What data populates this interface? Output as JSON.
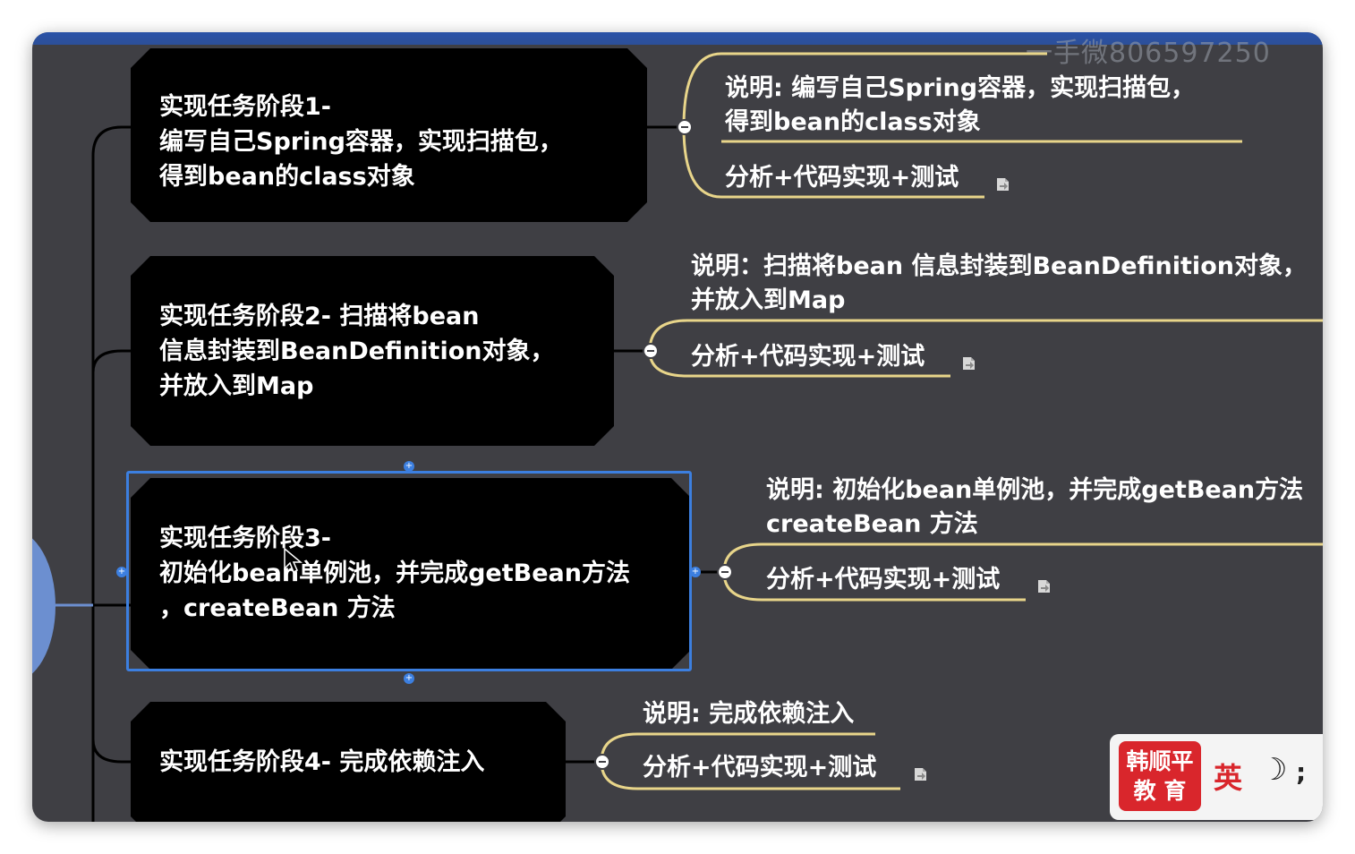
{
  "watermark": "一手微806597250",
  "nodes": [
    {
      "title": "实现任务阶段1-\n编写自己Spring容器，实现扫描包，\n得到bean的class对象",
      "desc": "说明: 编写自己Spring容器，实现扫描包，\n得到bean的class对象",
      "action": "分析+代码实现+测试"
    },
    {
      "title": "实现任务阶段2- 扫描将bean\n信息封装到BeanDefinition对象，\n并放入到Map",
      "desc": "说明：扫描将bean 信息封装到BeanDefinition对象，\n并放入到Map",
      "action": "分析+代码实现+测试"
    },
    {
      "title": "实现任务阶段3-\n初始化bean单例池，并完成getBean方法\n，createBean 方法",
      "desc": "说明: 初始化bean单例池，并完成getBean方法\ncreateBean 方法",
      "action": "分析+代码实现+测试"
    },
    {
      "title": "实现任务阶段4- 完成依赖注入",
      "desc": "说明: 完成依赖注入",
      "action": "分析+代码实现+测试"
    }
  ],
  "logo": {
    "line1": "韩顺平",
    "line2": "教 育",
    "lang": "英",
    "moon": "☽",
    "extra": ";"
  },
  "colors": {
    "canvas": "#3f3f44",
    "node_bg": "#000000",
    "branch_line": "#e8d58a",
    "selection": "#3c7fe0",
    "root": "#6c8fd0",
    "logo_red": "#d9262c"
  }
}
